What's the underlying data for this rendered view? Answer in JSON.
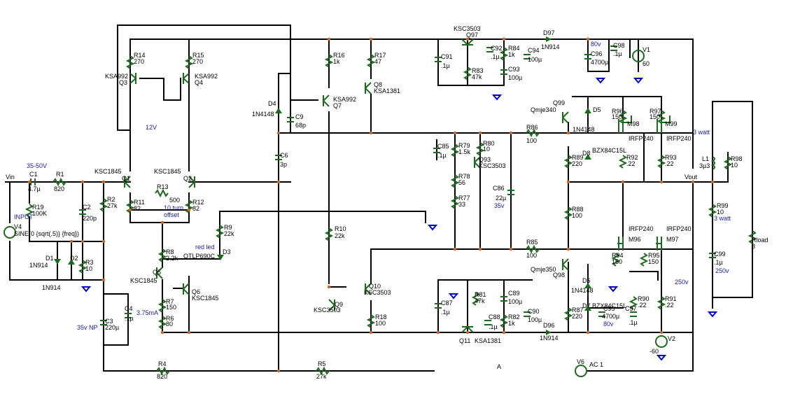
{
  "components": {
    "vin": "Vin",
    "c1": "C1",
    "c1v": "4.7µ",
    "c1note": "35-50V",
    "r1": "R1",
    "r1v": "820",
    "r19": "R19",
    "r19v": "100K",
    "v4": "V4",
    "v4v": "SINE(0 {sqrt(.5)} {freq})",
    "input": "INPUT",
    "c2": "C2",
    "c2v": "220p",
    "r2": "R2",
    "r2v": "27k",
    "d1": "D1",
    "d1v": "1N914",
    "d2": "D2",
    "d2v": "1N914",
    "r3": "R3",
    "r3v": "10",
    "c3": "C3",
    "c3v": "220µ",
    "c3note": "35v NP",
    "c4": "C4",
    "c4v": ".1µ",
    "r4": "R4",
    "r4v": "820",
    "r5": "R5",
    "r5v": "27k",
    "q1": "Q1",
    "q1v": "KSC1845",
    "q2": "Q2",
    "q2v": "KSC1845",
    "q3": "Q3",
    "q3v": "KSA992",
    "q4": "Q4",
    "q4v": "KSA992",
    "r14": "R14",
    "r14v": "270",
    "r15": "R15",
    "r15v": "270",
    "v12": "12V",
    "r11": "R11",
    "r11v": "82",
    "r12": "R12",
    "r12v": "82",
    "r13": "R13",
    "r13v": "500",
    "r13note": "10 turn offset",
    "r8": "R8",
    "r8v": "2.2k",
    "q5": "Q5",
    "q5v": "KSC1845",
    "q6": "Q6",
    "q6v": "KSC1845",
    "r7": "R7",
    "r7v": "150",
    "r6": "R6",
    "r6v": "80",
    "cur": "3.75mA",
    "r9": "R9",
    "r9v": "22k",
    "d3": "D3",
    "d3v": "QTLP690C",
    "d3note": "red led",
    "d4": "D4",
    "d4v": "1N4148",
    "c6": "C6",
    "c6v": "3p",
    "c9": "C9",
    "c9v": "68p",
    "r16": "R16",
    "r16v": "1k",
    "r17": "R17",
    "r17v": "47",
    "q7": "Q7",
    "q7v": "KSA992",
    "q8": "Q8",
    "q8v": "KSA1381",
    "r10": "R10",
    "r10v": "22k",
    "q9": "Q9",
    "q9v": "KSC3503",
    "q10": "Q10",
    "q10v": "KSC3503",
    "r18": "R18",
    "r18v": "100",
    "q97": "Q97",
    "q97v": "KSC3503",
    "c91": "C91",
    "c91v": ".1µ",
    "c92": "C92",
    "c92v": ".1µ",
    "r84": "R84",
    "r84v": "1k",
    "r83": "R83",
    "r83v": "47k",
    "c93": "C93",
    "c93v": "100µ",
    "c94": "C94",
    "c94v": "100µ",
    "d97": "D97",
    "d97v": "1N914",
    "c96": "C96",
    "c96v": "4700µ",
    "c96note": "80v",
    "c98": "C98",
    "c98v": ".1µ",
    "v1": "V1",
    "v1v": "60",
    "c85": "C85",
    "c85v": ".1µ",
    "r79": "R79",
    "r79v": "1.5k",
    "r80": "R80",
    "r80v": "10",
    "q93": "Q93",
    "q93v": "KSC3503",
    "r78": "R78",
    "r78v": "56",
    "r77": "R77",
    "r77v": "33",
    "c86": "C86",
    "c86v": "22µ",
    "c86note": "35v",
    "r86": "R86",
    "r86v": "100",
    "r85": "R85",
    "r85v": "100",
    "r88": "R88",
    "r88v": "100",
    "q99": "Q99",
    "q99v": "Qmje340",
    "q98": "Q98",
    "q98v": "Qmje350",
    "d5": "D5",
    "d5v": "1N4148",
    "d6": "D6",
    "d6v": "1N4148",
    "d8": "D8",
    "d8v": "BZX84C15L",
    "d7": "D7",
    "d7v": "BZX84C15L",
    "r96": "R96",
    "r96v": "150",
    "r97": "R97",
    "r97v": "150",
    "m98": "M98",
    "m98v": "IRFP240",
    "m99": "M99",
    "m99v": "IRFP240",
    "m96": "M96",
    "m96v": "IRFP240",
    "m97": "M97",
    "m97v": "IRFP240",
    "r89": "R89",
    "r89v": "220",
    "r87": "R87",
    "r87v": "220",
    "r92": "R92",
    "r92v": ".22",
    "r93": "R93",
    "r93v": ".22",
    "r90": "R90",
    "r90v": ".22",
    "r91": "R91",
    "r91v": ".22",
    "r94": "R94",
    "r94v": "150",
    "r95": "R95",
    "r95v": "150",
    "l1": "L1",
    "l1v": "3µ3",
    "r98": "R98",
    "r98v": "10",
    "r98note": "3 watt",
    "r99": "R99",
    "r99v": "10",
    "r99note": "3 watt",
    "c99": "C99",
    "c99v": ".1µ",
    "c99note": "250v",
    "rload": "Rload",
    "rloadv": "8",
    "vout": "Vout",
    "v250": "250v",
    "q11": "Q11",
    "q11v": "KSA1381",
    "c87": "C87",
    "c87v": ".1µ",
    "r81": "R81",
    "r81v": "47k",
    "c89": "C89",
    "c89v": "100µ",
    "c88": "C88",
    "c88v": ".1µ",
    "r82": "R82",
    "r82v": "1k",
    "c90": "C90",
    "c90v": "100µ",
    "d96": "D96",
    "d96v": "1N914",
    "c95": "C95",
    "c95v": "4700µ",
    "c95note": "80v",
    "c97": "C97",
    "c97v": ".1µ",
    "v2": "V2",
    "v2v": "-60",
    "v6": "V6",
    "v6v": "AC 1",
    "a": "A"
  },
  "colors": {
    "component": "#1a6b1a",
    "ground": "#0000cc",
    "node": "#c86414",
    "note": "#1a1aaa"
  }
}
